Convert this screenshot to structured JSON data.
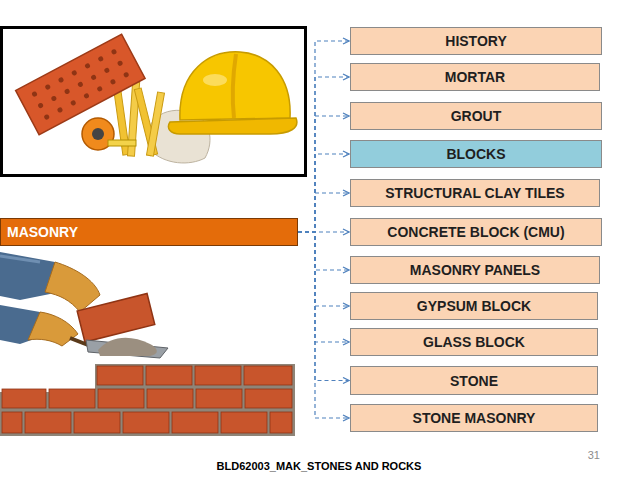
{
  "diagram": {
    "nodes": [
      {
        "text": [
          "MASONRY"
        ]
      },
      {
        "text": [
          "HISTORY"
        ]
      },
      {
        "text": [
          "MORTAR"
        ]
      },
      {
        "text": [
          "GROUT"
        ]
      },
      {
        "text": [
          "BLOCKS"
        ]
      },
      {
        "text": [
          "STRUCTURAL CLAY TILES"
        ]
      },
      {
        "text": [
          "CONCRETE BLOCK (CMU)"
        ]
      },
      {
        "text": [
          "MASONRY PANELS"
        ]
      },
      {
        "text": [
          "GYPSUM BLOCK"
        ]
      },
      {
        "text": [
          "GLASS BLOCK"
        ]
      },
      {
        "text": [
          "STONE"
        ]
      },
      {
        "text": [
          "STONE MASONRY"
        ]
      }
    ],
    "edges": [
      {
        "from": 0,
        "to": 1,
        "arrow": "to"
      },
      {
        "from": 0,
        "to": 2,
        "arrow": "to"
      },
      {
        "from": 0,
        "to": 3,
        "arrow": "to"
      },
      {
        "from": 0,
        "to": 4,
        "arrow": "to"
      },
      {
        "from": 0,
        "to": 5,
        "arrow": "to"
      },
      {
        "from": 0,
        "to": 6,
        "arrow": "to"
      },
      {
        "from": 0,
        "to": 7,
        "arrow": "to"
      },
      {
        "from": 0,
        "to": 8,
        "arrow": "to"
      },
      {
        "from": 0,
        "to": 9,
        "arrow": "to"
      },
      {
        "from": 0,
        "to": 10,
        "arrow": "to"
      },
      {
        "from": 0,
        "to": 11,
        "arrow": "to"
      }
    ],
    "labels": [
      "31",
      "BLD62003_MAK_STONES AND ROCKS"
    ]
  }
}
